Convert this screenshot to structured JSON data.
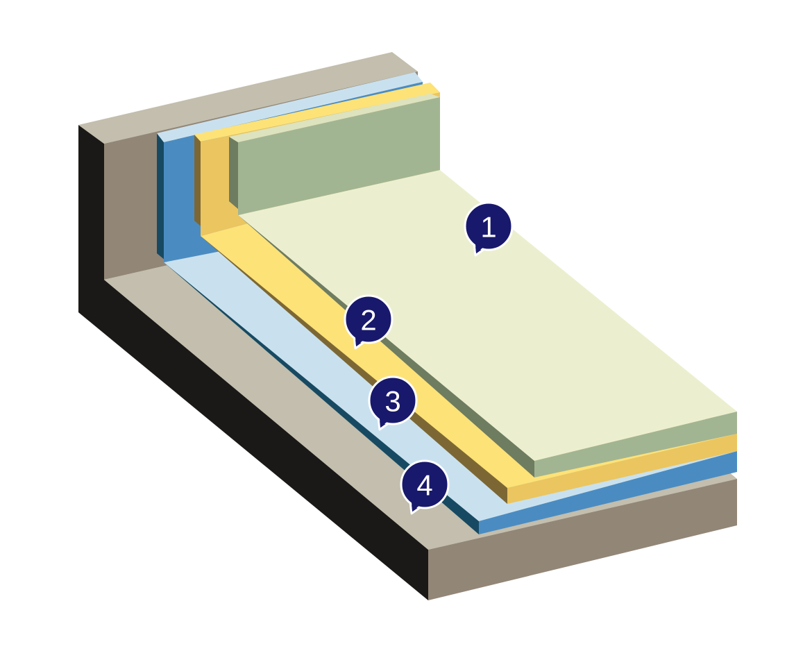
{
  "diagram": {
    "markers": [
      {
        "label": "1"
      },
      {
        "label": "2"
      },
      {
        "label": "3"
      },
      {
        "label": "4"
      }
    ],
    "colors": {
      "background": "#ffffff",
      "substrate_top": "#c3bead",
      "substrate_front": "#928677",
      "substrate_dark_side": "#1a1917",
      "membrane_light": "#c9e1ef",
      "membrane_mid": "#4a8cc2",
      "membrane_dark": "#174a62",
      "adhesive_light": "#fde277",
      "adhesive_mid": "#ebc55f",
      "adhesive_dark": "#7c6734",
      "board_top": "#ecefcf",
      "board_front": "#a2b593",
      "board_dark": "#6e7c60",
      "marker_fill": "#18186c",
      "marker_text": "#ffffff"
    }
  }
}
